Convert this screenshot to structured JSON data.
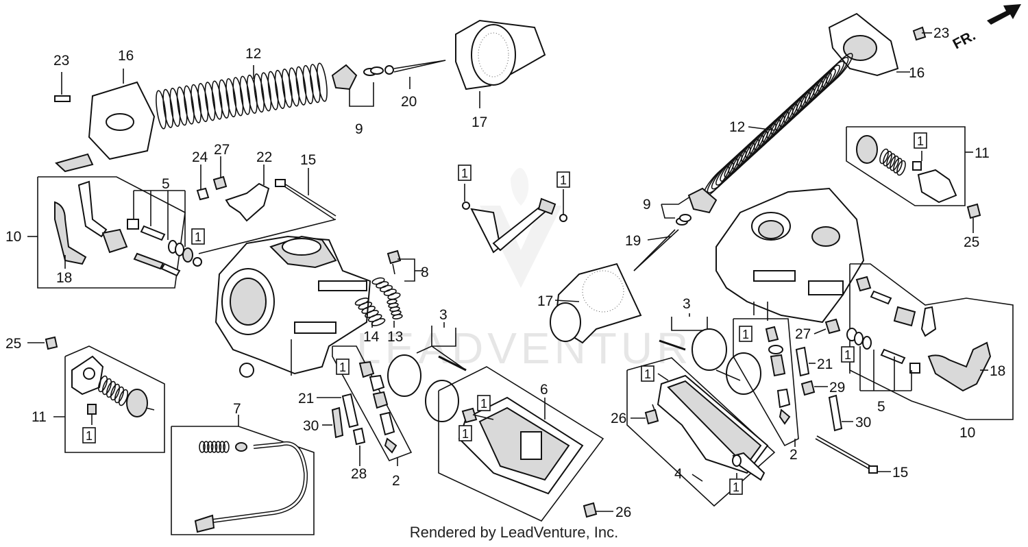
{
  "footer": "Rendered by LeadVenture, Inc.",
  "watermark": "LEADVENTURE",
  "direction_label": "FR.",
  "callout_one": "1",
  "labels": {
    "l23a": "23",
    "l16a": "16",
    "l12a": "12",
    "l9a": "9",
    "l20": "20",
    "l17a": "17",
    "l24": "24",
    "l27a": "27",
    "l22": "22",
    "l15a": "15",
    "l5a": "5",
    "l10a": "10",
    "l18a": "18",
    "l8": "8",
    "l14": "14",
    "l13": "13",
    "l3a": "3",
    "l25a": "25",
    "l11a": "11",
    "l21a": "21",
    "l30a": "30",
    "l28": "28",
    "l2a": "2",
    "l7": "7",
    "l6": "6",
    "l26a": "26",
    "l23b": "23",
    "l16b": "16",
    "l12b": "12",
    "l11b": "11",
    "l9b": "9",
    "l19": "19",
    "l25b": "25",
    "l17b": "17",
    "l3b": "3",
    "l27b": "27",
    "l21b": "21",
    "l29": "29",
    "l18b": "18",
    "l5b": "5",
    "l30b": "30",
    "l10b": "10",
    "l2b": "2",
    "l26b": "26",
    "l4": "4",
    "l15b": "15"
  },
  "colors": {
    "line": "#111111",
    "background": "#ffffff",
    "watermark": "#e6e6e6"
  }
}
